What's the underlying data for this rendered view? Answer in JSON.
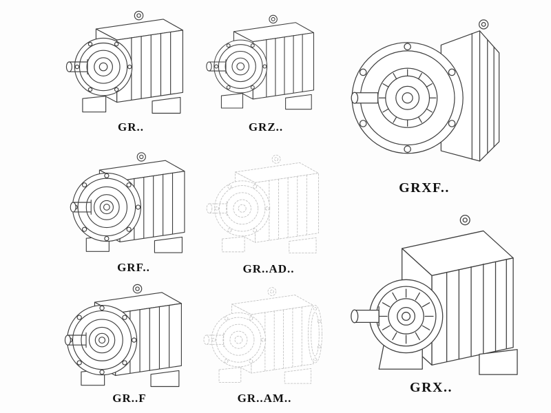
{
  "colors": {
    "line": "#3e3e3e",
    "dashed_line": "#c2c2c2",
    "background": "#fdfdfd",
    "label_text": "#111111"
  },
  "figures": [
    {
      "label": "GR.."
    },
    {
      "label": "GRZ.."
    },
    {
      "label": "GRXF.."
    },
    {
      "label": "GRF.."
    },
    {
      "label": "GR..AD.."
    },
    {
      "label": "GRX.."
    },
    {
      "label": "GR..F"
    },
    {
      "label": "GR..AM.."
    }
  ]
}
